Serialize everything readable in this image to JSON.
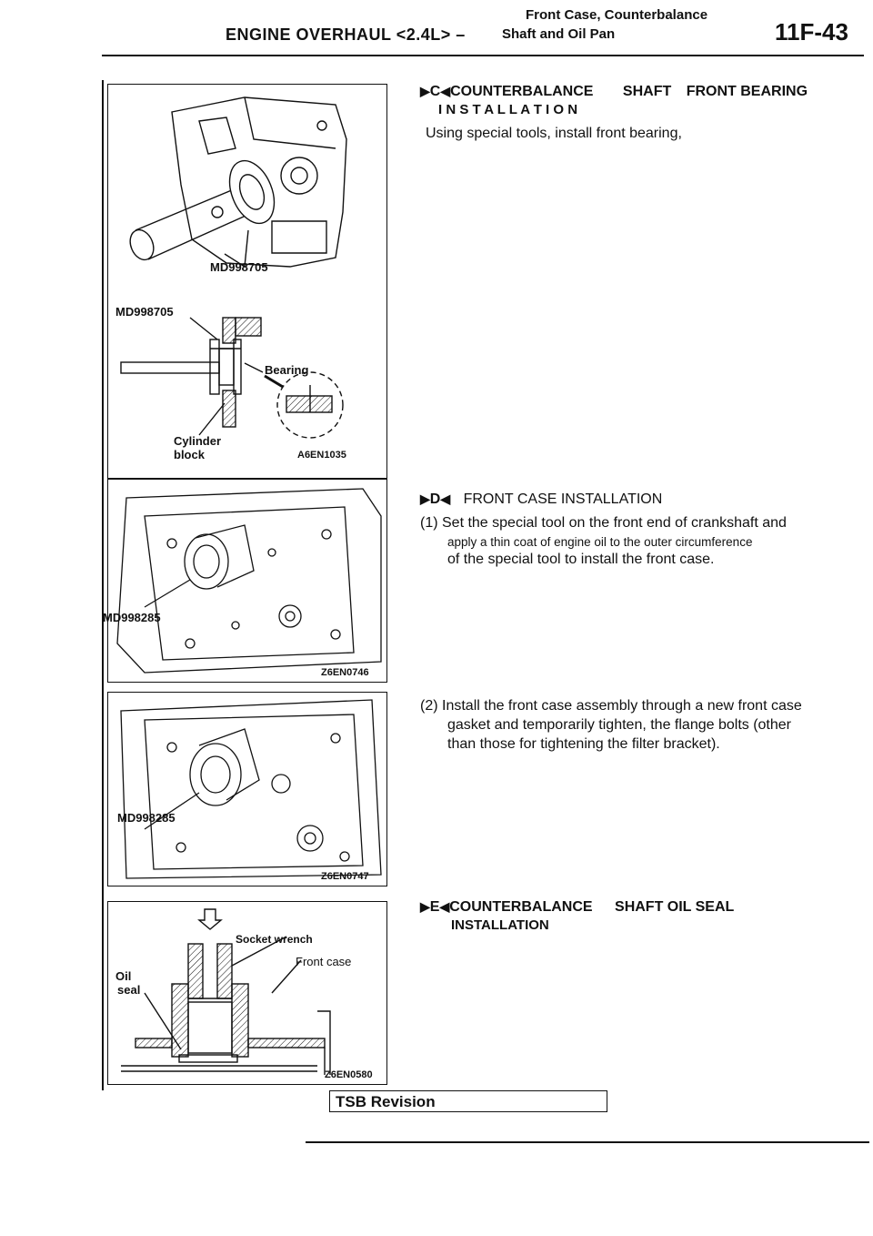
{
  "header": {
    "title_top": "Front Case, Counterbalance",
    "title_main": "ENGINE OVERHAUL <2.4L> –",
    "title_sub": "Shaft and Oil Pan",
    "page_number": "11F-43"
  },
  "figures": {
    "fig1": {
      "tool_label_top": "MD998705",
      "tool_label_mid": "MD998705",
      "bearing_label": "Bearing",
      "cylinder_label": "Cylinder",
      "block_label": "block",
      "code": "A6EN1035"
    },
    "fig2": {
      "tool_label": "MD998285",
      "code": "Z6EN0746"
    },
    "fig3": {
      "tool_label": "MD998285",
      "code": "Z6EN0747"
    },
    "fig4": {
      "socket_label": "Socket wrench",
      "oil_label": "Oil",
      "seal_label": "seal",
      "front_case_label": "Front case",
      "code": "Z6EN0580"
    }
  },
  "sections": {
    "c": {
      "marker": "C",
      "title_a": "COUNTERBALANCE",
      "title_b": "SHAFT",
      "title_c": "FRONT BEARING",
      "subtitle": "I N S T A L L A T I O N",
      "body": "Using special tools, install front bearing,"
    },
    "d": {
      "marker": "D",
      "title": "FRONT CASE INSTALLATION",
      "step1_line1": "(1) Set the special tool on the front end of crankshaft and",
      "step1_line2": "apply a thin coat of engine oil to the outer circumference",
      "step1_line3": "of the special tool to install the front case.",
      "step2_line1": "(2) Install the front case assembly through a new front case",
      "step2_line2": "gasket and temporarily tighten, the flange bolts (other",
      "step2_line3": "than those for tightening the filter bracket)."
    },
    "e": {
      "marker": "E",
      "title_a": "COUNTERBALANCE",
      "title_b": "SHAFT OIL SEAL",
      "subtitle": "INSTALLATION"
    }
  },
  "footer": {
    "tsb_label": "TSB Revision"
  }
}
